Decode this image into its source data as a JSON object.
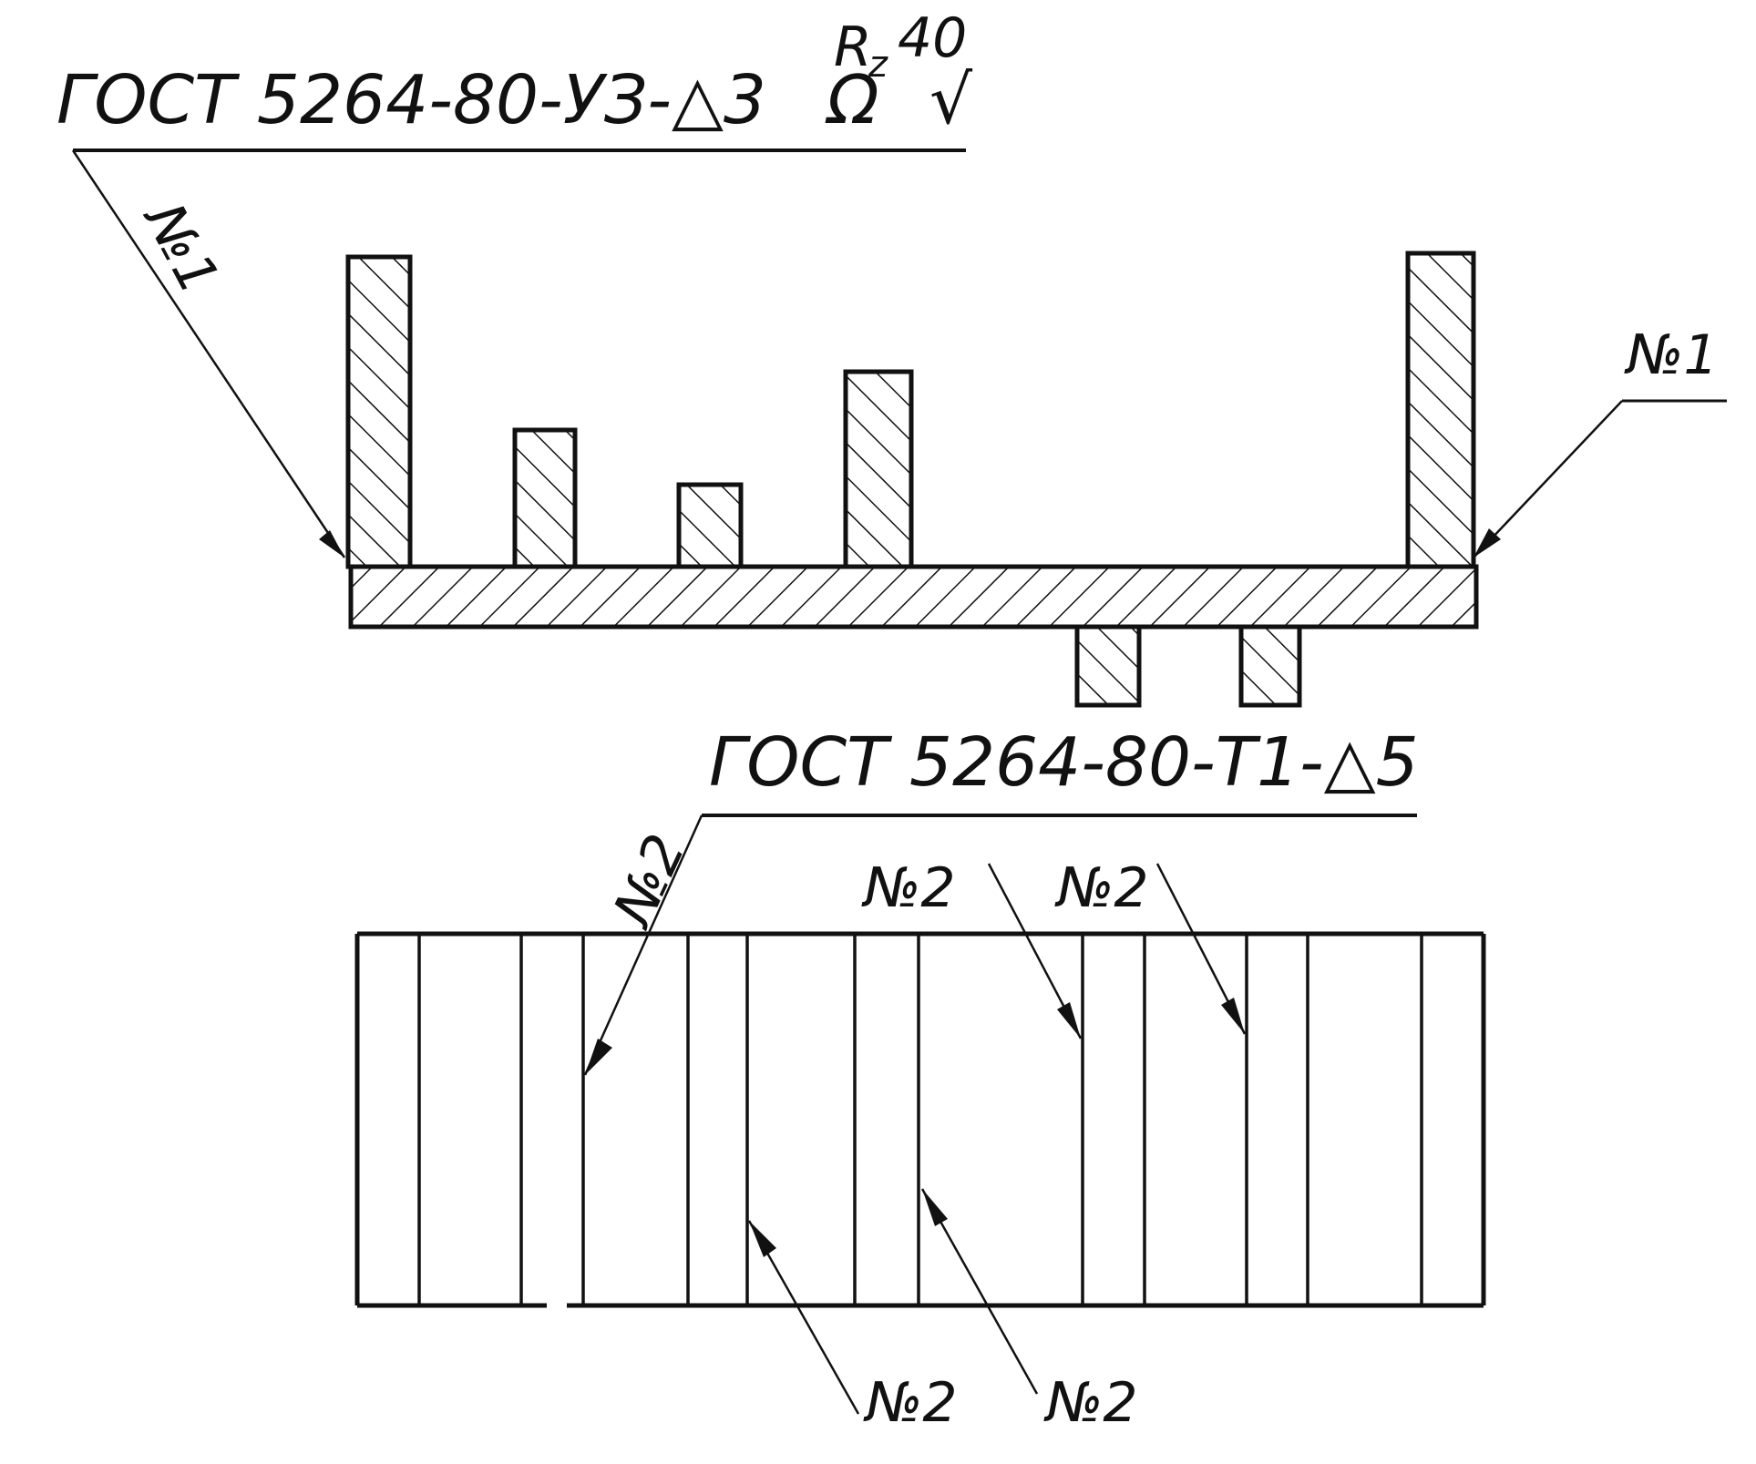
{
  "designation_top": {
    "text": "ГОСТ 5264-80-УЗ-△3",
    "weld_symbol": "Ω",
    "roughness_prefix": "R",
    "roughness_subscript": "z",
    "roughness_value": "40",
    "roughness_check": "√"
  },
  "designation_bottom": {
    "text": "ГОСТ 5264-80-Т1-△5"
  },
  "labels": {
    "seam1": "№1",
    "seam2": "№2"
  },
  "colors": {
    "ink": "#111111",
    "paper": "#ffffff"
  }
}
